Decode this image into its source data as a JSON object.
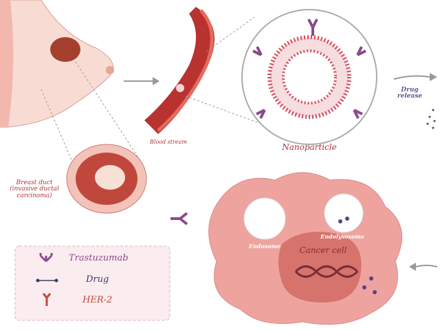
{
  "labels": {
    "blood_stream": "Blood stream",
    "nanoparticle": "Nanoparticle",
    "drug_release_1": "Drug",
    "drug_release_2": "release",
    "breast_duct_1": "Breast duct",
    "breast_duct_2": "(invasive ductal",
    "breast_duct_3": "carcinoma)",
    "endosome": "Endosome",
    "endolysosome": "Endolysosome",
    "cancer_cell": "Cancer cell"
  },
  "legend": {
    "items": [
      {
        "label": "Trastuzumab",
        "icon": "antibody-icon"
      },
      {
        "label": "Drug",
        "icon": "drug-icon"
      },
      {
        "label": "HER-2",
        "icon": "her2-receptor-icon"
      }
    ]
  },
  "colors": {
    "tissue": "#f6d6cf",
    "tumor": "#a5402f",
    "vessel": "#b8322f",
    "antibody": "#8a4a8c",
    "cell": "#eea39f",
    "nucleus": "#d5736c",
    "label_red": "#b0333a",
    "label_purple": "#5d5a8e",
    "legend_bg": "#fbecef"
  }
}
